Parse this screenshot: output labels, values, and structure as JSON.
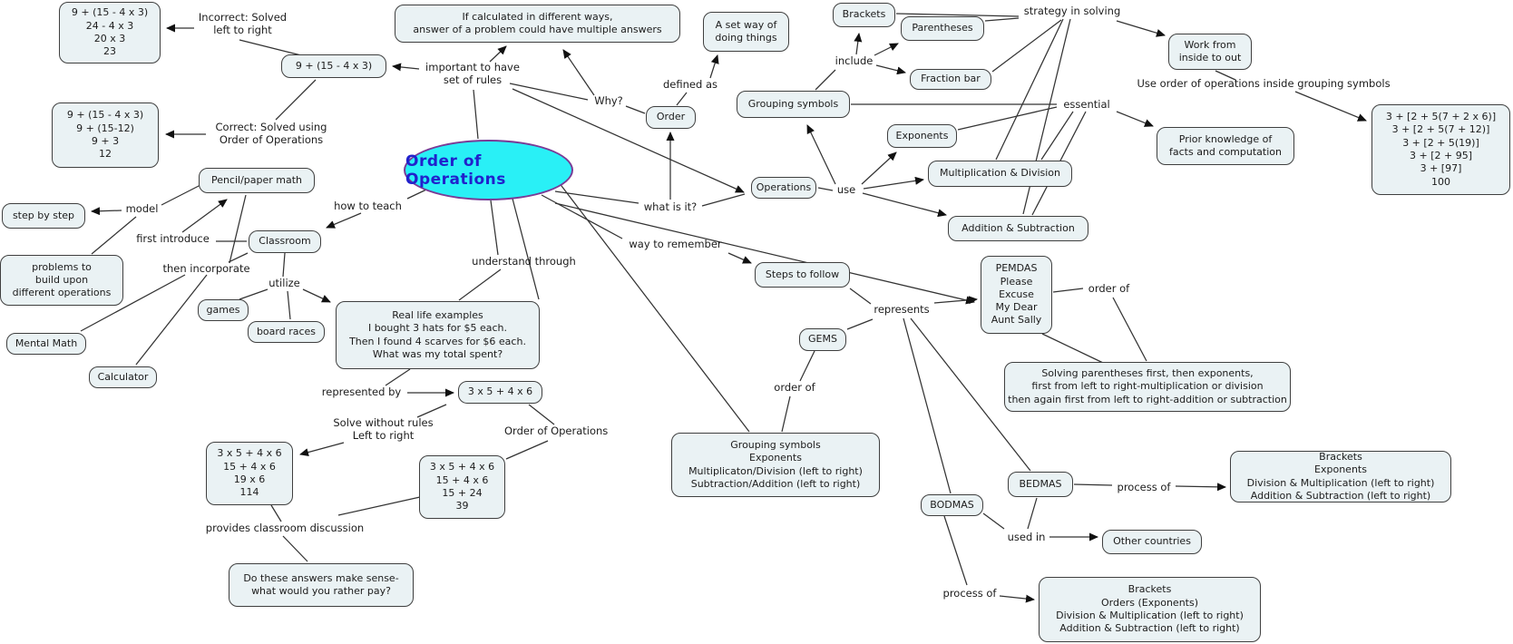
{
  "title": "Order of Operations concept map",
  "center": {
    "label": "Order of Operations"
  },
  "colors": {
    "node_fill": "#eaf2f4",
    "node_border": "#3f3f3f",
    "center_fill": "#29f0f6",
    "center_border": "#7a3b96",
    "center_text": "#2121cc",
    "line": "#333333",
    "text": "#1c1c1c"
  },
  "nodes": {
    "incorrect_steps": "9 + (15 - 4 x 3)\n24 - 4 x 3\n20 x 3\n23",
    "expression": "9 + (15 - 4 x 3)",
    "correct_steps": "9 + (15 - 4 x 3)\n9 + (15-12)\n9 + 3\n12",
    "if_calculated": "If calculated in different ways,\nanswer of a problem could have multiple answers",
    "set_way": "A set way of\ndoing things",
    "order": "Order",
    "brackets": "Brackets",
    "parentheses": "Parentheses",
    "fraction_bar": "Fraction bar",
    "grouping_symbols": "Grouping symbols",
    "work_from": "Work from\ninside to out",
    "exponents": "Exponents",
    "mult_div": "Multiplication & Division",
    "add_sub": "Addition & Subtraction",
    "operations": "Operations",
    "prior_knowledge": "Prior knowledge of\nfacts and computation",
    "grouping_example": "3 + [2 + 5(7 + 2 x 6)]\n3 + [2 + 5(7 + 12)]\n3 + [2 + 5(19)]\n3 + [2 + 95]\n3 + [97]\n100",
    "pencil_paper": "Pencil/paper math",
    "step_by_step": "step by step",
    "classroom": "Classroom",
    "problems": "problems to\nbuild upon\ndifferent operations",
    "games": "games",
    "board_races": "board races",
    "mental_math": "Mental Math",
    "calculator": "Calculator",
    "real_life": "Real life examples\nI bought 3 hats for $5 each.\nThen I found 4 scarves for $6 each.\nWhat was my total spent?",
    "expr2": "3 x 5 + 4 x 6",
    "lr_steps": "3 x 5 + 4 x 6\n15 + 4 x 6\n19 x 6\n114",
    "ooo_steps": "3 x 5 + 4 x 6\n15 + 4 x 6\n15 + 24\n39",
    "make_sense": "Do these answers make sense-\nwhat would you rather pay?",
    "steps_follow": "Steps to follow",
    "pemdas": "PEMDAS\nPlease\nExcuse\nMy Dear\nAunt Sally",
    "gems": "GEMS",
    "solving_parens": "Solving parentheses first, then exponents,\nfirst from left to right-multiplication or division\nthen again first from left to right-addition or subtraction",
    "gems_order": "Grouping symbols\nExponents\nMultiplicaton/Division (left to right)\nSubtraction/Addition (left to right)",
    "bedmas": "BEDMAS",
    "bodmas": "BODMAS",
    "bedmas_order": "Brackets\nExponents\nDivision & Multiplication (left to right)\nAddition & Subtraction (left to right)",
    "other_countries": "Other countries",
    "bodmas_order": "Brackets\nOrders (Exponents)\nDivision & Multiplication (left to right)\nAddition & Subtraction (left to right)"
  },
  "labels": {
    "incorrect": "Incorrect: Solved\nleft to right",
    "correct": "Correct: Solved using\nOrder of Operations",
    "important_rules": "important to have\nset of rules",
    "why": "Why?",
    "defined_as": "defined as",
    "what_is_it": "what is it?",
    "strategy": "strategy in solving",
    "include": "include",
    "essential": "essential",
    "use_order_inside": "Use order of operations inside grouping symbols",
    "use": "use",
    "how_to_teach": "how to teach",
    "model": "model",
    "first_introduce": "first introduce",
    "then_incorporate": "then incorporate",
    "utilize": "utilize",
    "understand_through": "understand through",
    "way_to_remember": "way to remember",
    "represented_by": "represented by",
    "solve_without": "Solve without rules\nLeft to right",
    "order_of_operations": "Order of Operations",
    "provides": "provides classroom discussion",
    "represents": "represents",
    "order_of_gems": "order of",
    "order_of_pemdas": "order of",
    "process_of_bedmas": "process of",
    "used_in": "used in",
    "process_of_bodmas": "process of"
  }
}
